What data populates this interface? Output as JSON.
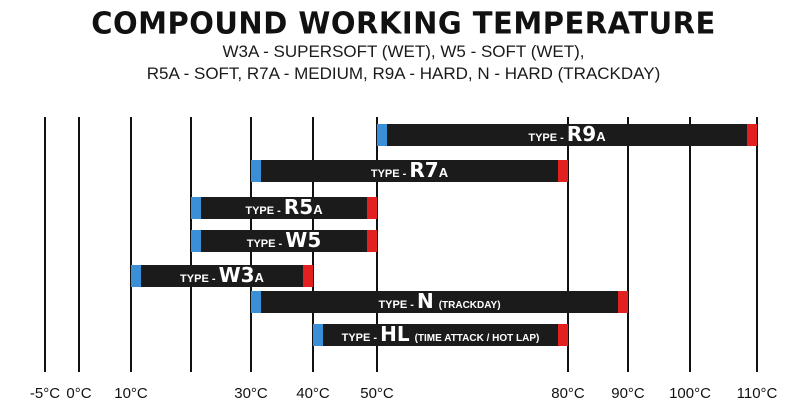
{
  "header": {
    "title": "COMPOUND WORKING TEMPERATURE",
    "subtitle_line1": "W3A - SUPERSOFT (WET), W5 - SOFT (WET),",
    "subtitle_line2": "R5A - SOFT, R7A - MEDIUM, R9A - HARD, N - HARD (TRACKDAY)"
  },
  "colors": {
    "bar": "#1b1b1b",
    "cold_end": "#3a8fd6",
    "hot_end": "#e32020",
    "grid": "#111111",
    "label_text": "#ffffff"
  },
  "chart_data": {
    "type": "bar",
    "orientation": "horizontal-range",
    "title": "COMPOUND WORKING TEMPERATURE",
    "xlabel": "",
    "ylabel": "",
    "grid": true,
    "x_ticks": [
      -5,
      0,
      10,
      20,
      30,
      40,
      50,
      80,
      90,
      100,
      110
    ],
    "x_tick_labels": [
      "-5°C",
      "0°C",
      "10°C",
      "",
      "30°C",
      "40°C",
      "50°C",
      "80°C",
      "90°C",
      "100°C",
      "110°C"
    ],
    "series": [
      {
        "prefix": "TYPE - ",
        "code": "R9",
        "suffix": "A",
        "note": "",
        "min": 50,
        "max": 110
      },
      {
        "prefix": "TYPE - ",
        "code": "R7",
        "suffix": "A",
        "note": "",
        "min": 30,
        "max": 80
      },
      {
        "prefix": "TYPE - ",
        "code": "R5",
        "suffix": "A",
        "note": "",
        "min": 20,
        "max": 50
      },
      {
        "prefix": "TYPE - ",
        "code": "W5",
        "suffix": "",
        "note": "",
        "min": 20,
        "max": 50
      },
      {
        "prefix": "TYPE - ",
        "code": "W3",
        "suffix": "A",
        "note": "",
        "min": 10,
        "max": 40
      },
      {
        "prefix": "TYPE - ",
        "code": "N",
        "suffix": "",
        "note": "(TRACKDAY)",
        "min": 30,
        "max": 90
      },
      {
        "prefix": "TYPE - ",
        "code": "HL",
        "suffix": "",
        "note": "(TIME ATTACK / HOT LAP)",
        "min": 40,
        "max": 80
      }
    ]
  }
}
